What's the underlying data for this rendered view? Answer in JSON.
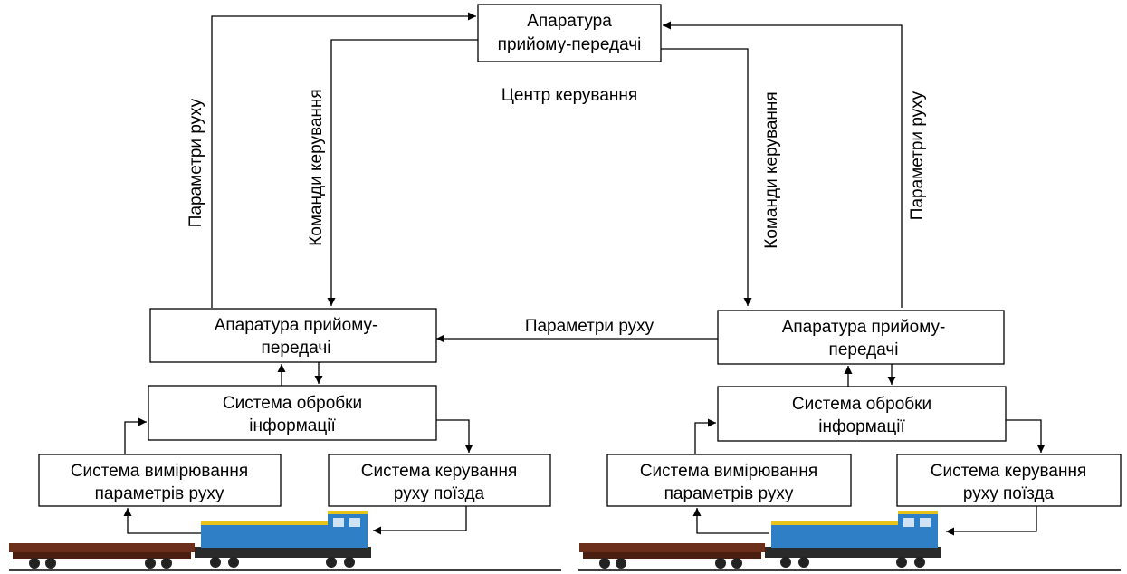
{
  "control_center": {
    "transceiver": [
      "Апаратура",
      "прийому-передачі"
    ],
    "label": "Центр керування"
  },
  "links": {
    "motion_params": "Параметри руху",
    "control_commands": "Команди керування",
    "inter_train": "Параметри руху"
  },
  "train_left": {
    "transceiver": [
      "Апаратура прийому-",
      "передачі"
    ],
    "processing": [
      "Система обробки",
      "інформації"
    ],
    "measurement": [
      "Система вимірювання",
      "параметрів руху"
    ],
    "control": [
      "Система керування",
      "руху поїзда"
    ]
  },
  "train_right": {
    "transceiver": [
      "Апаратура прийому-",
      "передачі"
    ],
    "processing": [
      "Система обробки",
      "інформації"
    ],
    "measurement": [
      "Система вимірювання",
      "параметрів руху"
    ],
    "control": [
      "Система керування",
      "руху поїзда"
    ]
  },
  "colors": {
    "locomotive_body": "#2f7fc6",
    "locomotive_stripe": "#e8c41a",
    "wagon_body": "#6b2f1c"
  }
}
